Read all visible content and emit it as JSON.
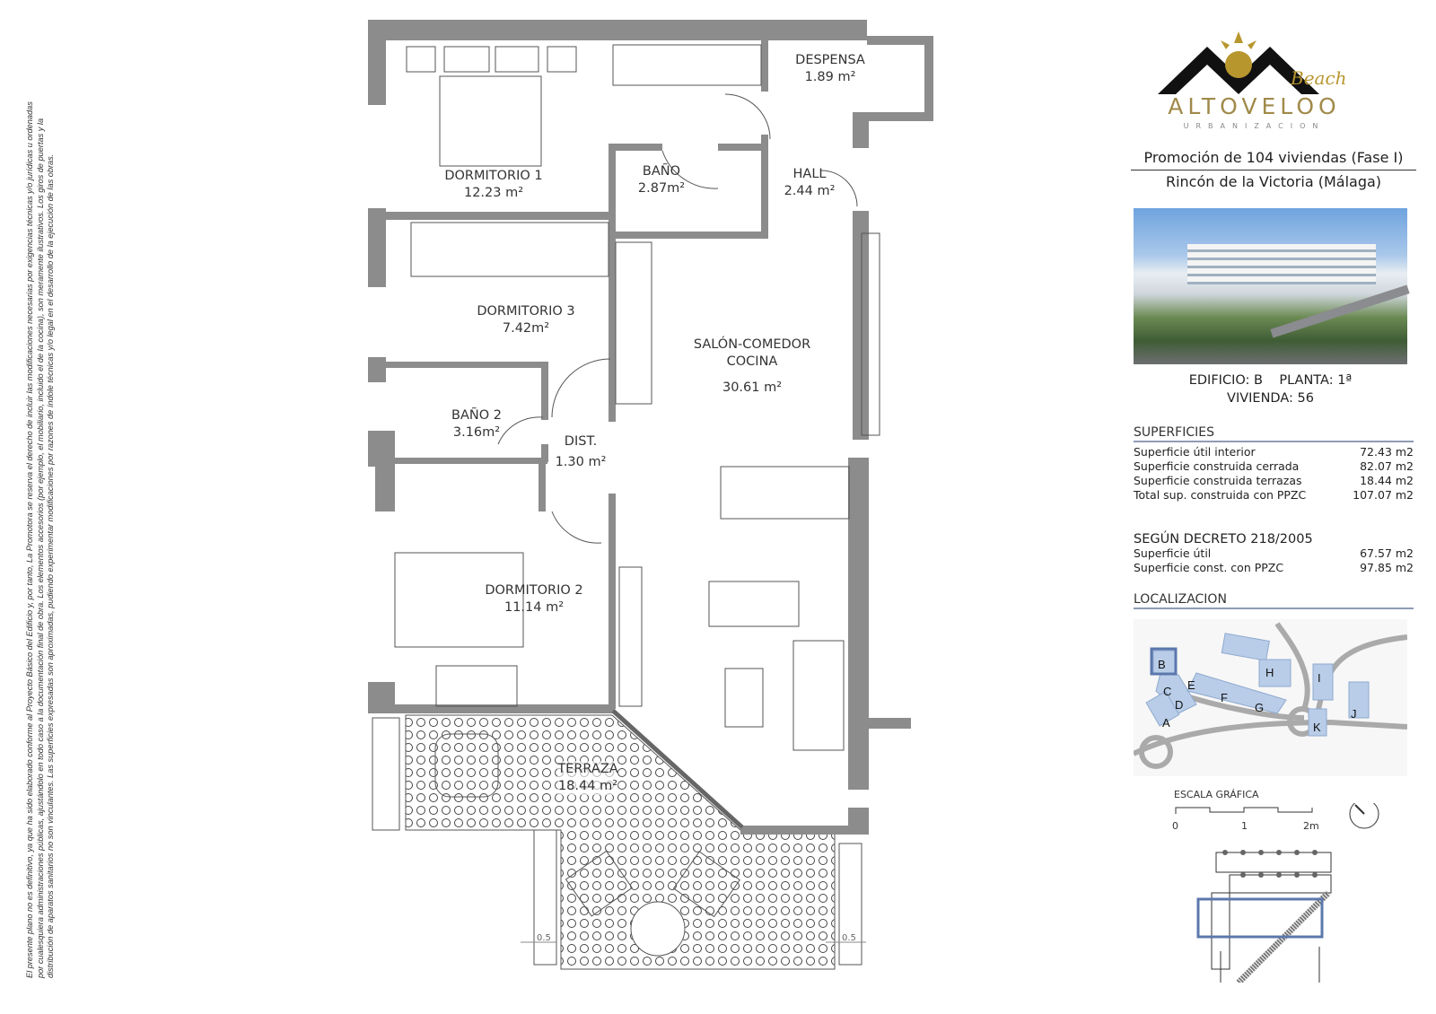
{
  "disclaimer": {
    "lines": [
      "El presente plano no es definitivo, ya que ha sido elaborado conforme al Proyecto Básico del Edificio y, por tanto, La Promotora se reserva el derecho de incluir las modificaciones necesarias por exigencias técnicas y/o jurídicas u ordenadas",
      "por cualesquiera administraciones públicas, ajustándolo en todo caso a la documentación final de obra. Los elementos accesorios (por ejemplo, el mobiliario, incluido el de la cocina), son meramente ilustrativos. Los giros de puertas y la",
      "distribución de aparatos sanitarios no son vinculantes. Las superficies expresadas son aproximadas, pudiendo experimentar modificaciones por razones de índole técnicas y/o legal en el desarrollo de la ejecución de las obras."
    ]
  },
  "rooms": [
    {
      "name": "DESPENSA",
      "area": "1.89 m²"
    },
    {
      "name": "DORMITORIO 1",
      "area": "12.23 m²"
    },
    {
      "name": "BAÑO",
      "area": "2.87m²"
    },
    {
      "name": "HALL",
      "area": "2.44 m²"
    },
    {
      "name": "DORMITORIO 3",
      "area": "7.42m²"
    },
    {
      "name": "SALÓN-COMEDOR COCINA",
      "area": "30.61 m²"
    },
    {
      "name": "BAÑO 2",
      "area": "3.16m²"
    },
    {
      "name": "DIST.",
      "area": "1.30 m²"
    },
    {
      "name": "DORMITORIO 2",
      "area": "11.14 m²"
    },
    {
      "name": "TERRAZA",
      "area": "18.44 m²"
    }
  ],
  "room_labels": {
    "salon_line1": "SALÓN-COMEDOR",
    "salon_line2": "COCINA"
  },
  "dimensions": {
    "left": "0.5",
    "right": "0.5"
  },
  "logo": {
    "brand": "ALTOVELOO",
    "script": "Beach",
    "tagline": "URBANIZACION"
  },
  "header": {
    "promotion": "Promoción de 104 viviendas (Fase I)",
    "location": "Rincón de la Victoria (Málaga)"
  },
  "unit": {
    "edificio_label": "EDIFICIO:",
    "edificio": "B",
    "planta_label": "PLANTA:",
    "planta": "1ª",
    "vivienda_label": "VIVIENDA:",
    "vivienda": "56"
  },
  "superficies": {
    "title": "SUPERFICIES",
    "rows": [
      {
        "label": "Superficie útil interior",
        "value": "72.43 m2"
      },
      {
        "label": "Superficie construida cerrada",
        "value": "82.07 m2"
      },
      {
        "label": "Superficie construida terrazas",
        "value": "18.44 m2"
      },
      {
        "label": "Total sup. construida con PPZC",
        "value": "107.07 m2"
      }
    ]
  },
  "decreto": {
    "title": "SEGÚN DECRETO 218/2005",
    "rows": [
      {
        "label": "Superficie útil",
        "value": "67.57 m2"
      },
      {
        "label": "Superficie const. con PPZC",
        "value": "97.85 m2"
      }
    ]
  },
  "localizacion": {
    "title": "LOCALIZACION",
    "buildings": [
      "A",
      "B",
      "C",
      "D",
      "E",
      "F",
      "G",
      "H",
      "I",
      "J",
      "K"
    ],
    "selected": "B"
  },
  "escala": {
    "title": "ESCALA GRÁFICA",
    "ticks": [
      "0",
      "1",
      "2m"
    ]
  },
  "colors": {
    "wall": "#8c8c8c",
    "accent": "#5b78ad",
    "map_building": "#b9cde8",
    "gold": "#b8962e"
  }
}
